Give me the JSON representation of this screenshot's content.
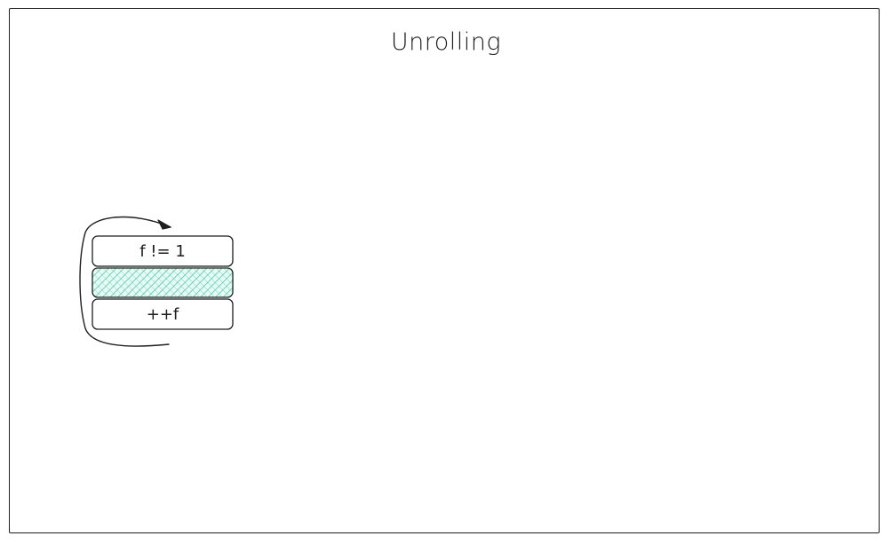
{
  "diagram": {
    "title": "Unrolling",
    "blocks": [
      {
        "label": "f != 1",
        "fill": "#ffffff"
      },
      {
        "label": "",
        "fill": "#2ec4a0"
      },
      {
        "label": "++f",
        "fill": "#ffffff"
      }
    ],
    "colors": {
      "stroke": "#1e1e1e",
      "hatch": "#2ec4a0"
    }
  }
}
